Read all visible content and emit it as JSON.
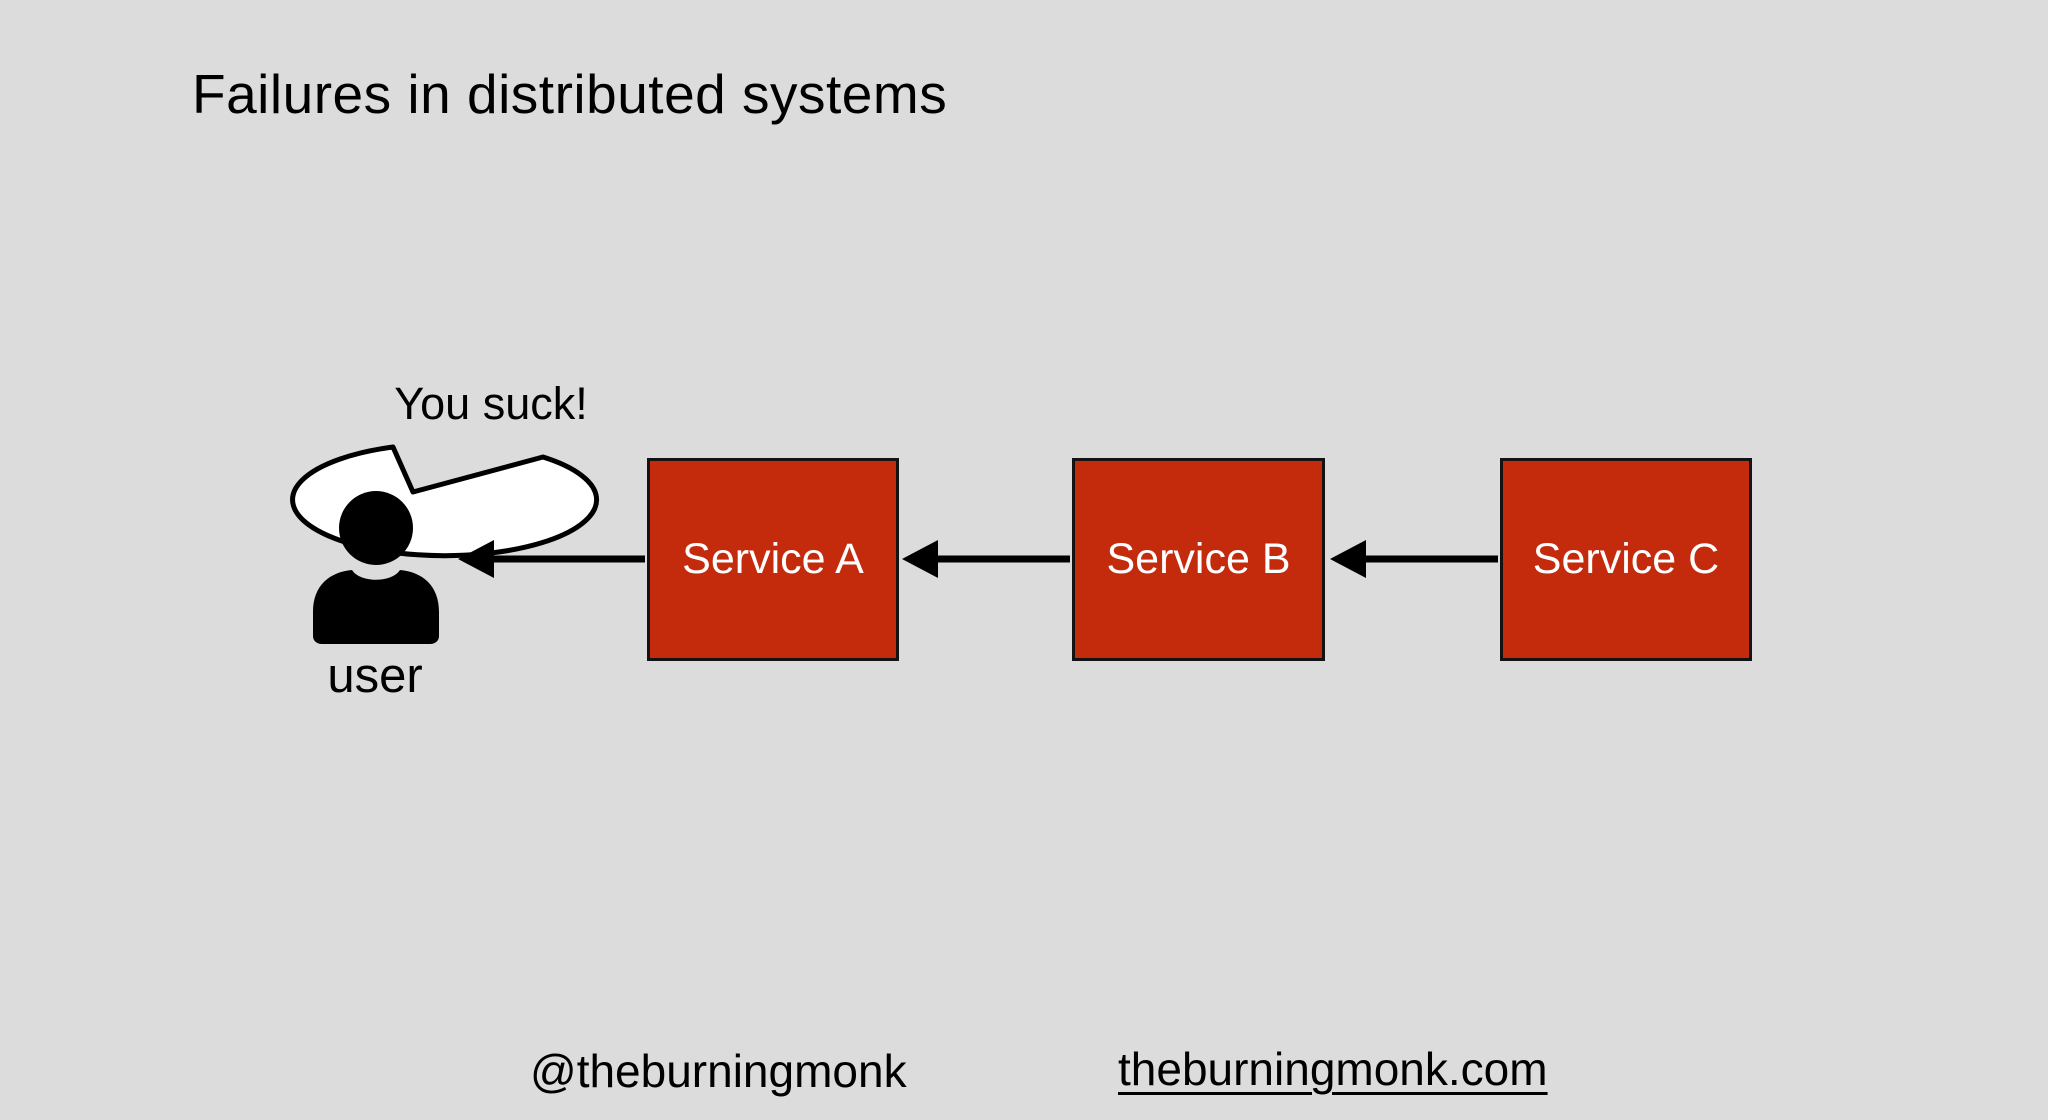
{
  "title": "Failures in distributed systems",
  "bubble": {
    "text": "You suck!"
  },
  "user": {
    "label": "user"
  },
  "services": [
    {
      "label": "Service A"
    },
    {
      "label": "Service B"
    },
    {
      "label": "Service C"
    }
  ],
  "footer": {
    "handle": "@theburningmonk",
    "website": "theburningmonk.com"
  },
  "colors": {
    "background": "#dcdcdc",
    "service_fill": "#c42a0c",
    "service_border": "#131313",
    "service_text": "#ffffff",
    "ink": "#000000",
    "bubble_fill": "#ffffff"
  }
}
